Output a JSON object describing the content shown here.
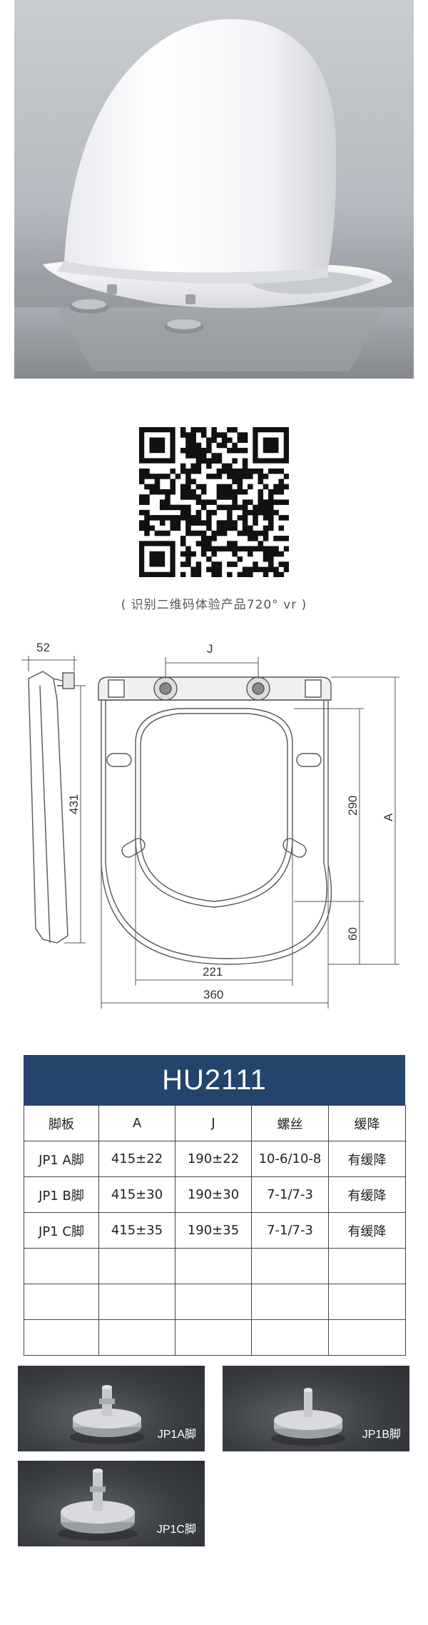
{
  "qr": {
    "caption": "( 识别二维码体验产品720° vr )"
  },
  "drawing": {
    "dims": {
      "side_depth": "52",
      "side_length": "431",
      "j": "J",
      "a": "A",
      "h290": "290",
      "h60": "60",
      "w221": "221",
      "w360": "360"
    }
  },
  "spec": {
    "title": "HU2111",
    "headers": [
      "脚板",
      "A",
      "J",
      "螺丝",
      "缓降"
    ],
    "rows": [
      [
        "JP1 A脚",
        "415±22",
        "190±22",
        "10-6/10-8",
        "有缓降"
      ],
      [
        "JP1 B脚",
        "415±30",
        "190±30",
        "7-1/7-3",
        "有缓降"
      ],
      [
        "JP1 C脚",
        "415±35",
        "190±35",
        "7-1/7-3",
        "有缓降"
      ],
      [
        "",
        "",
        "",
        "",
        ""
      ],
      [
        "",
        "",
        "",
        "",
        ""
      ],
      [
        "",
        "",
        "",
        "",
        ""
      ]
    ]
  },
  "feet": [
    {
      "label": "JP1A脚"
    },
    {
      "label": "JP1B脚"
    },
    {
      "label": "JP1C脚"
    }
  ]
}
